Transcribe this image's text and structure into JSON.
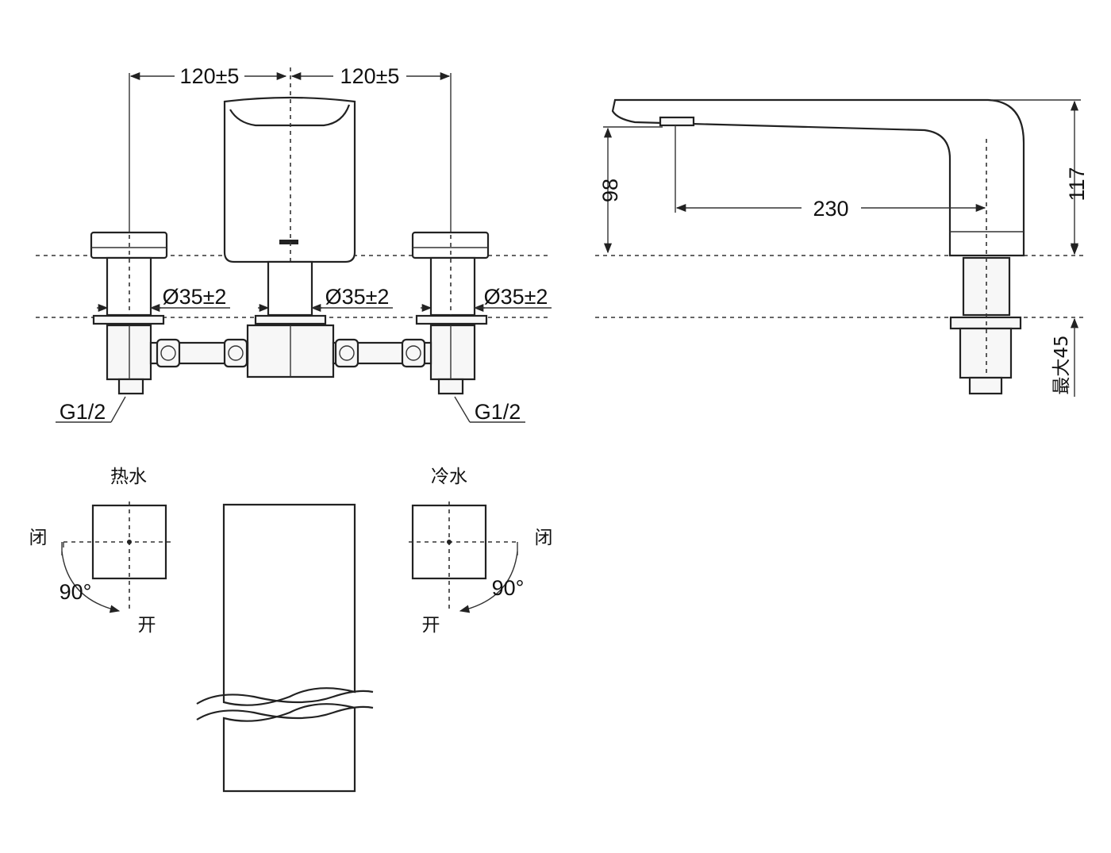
{
  "front_view": {
    "dim_spacing_left": "120±5",
    "dim_spacing_right": "120±5",
    "dim_hole_left": "Ø35±2",
    "dim_hole_center": "Ø35±2",
    "dim_hole_right": "Ø35±2",
    "thread_left": "G1/2",
    "thread_right": "G1/2"
  },
  "side_view": {
    "dim_spout_height": "98",
    "dim_spout_reach": "230",
    "dim_total_height": "117",
    "dim_max_deck": "最大45"
  },
  "handles": {
    "hot": {
      "title": "热水",
      "closed": "闭",
      "angle": "90°",
      "open": "开"
    },
    "cold": {
      "title": "冷水",
      "closed": "闭",
      "angle": "90°",
      "open": "开"
    }
  },
  "colors": {
    "line": "#222222",
    "background": "#ffffff"
  }
}
